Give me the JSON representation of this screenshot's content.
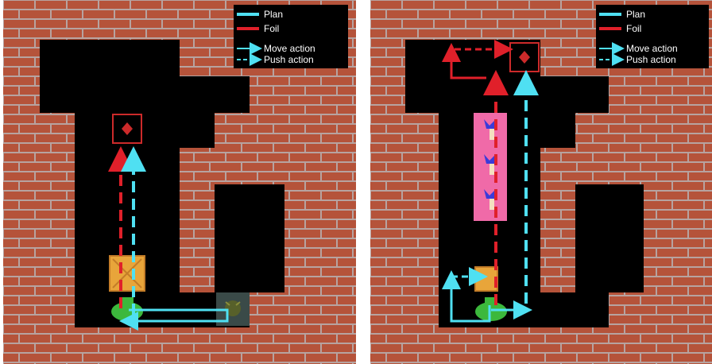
{
  "legend": {
    "plan_label": "Plan",
    "foil_label": "Foil",
    "move_label": "Move action",
    "push_label": "Push action"
  },
  "colors": {
    "brick": "#b5533a",
    "mortar": "#b7a3a0",
    "floor": "#000000",
    "plan": "#4fe0f2",
    "foil": "#e0202a",
    "box": "#e8a53a",
    "goal": "#cc2a2a",
    "agent": "#3cb83c",
    "barrier": "#f06aa8"
  },
  "panels": [
    {
      "name": "left-panel",
      "entities": [
        "goal-target",
        "crate",
        "player-agent",
        "ghost-enemy",
        "plan-path",
        "foil-path"
      ]
    },
    {
      "name": "right-panel",
      "entities": [
        "goal-target",
        "crate",
        "player-agent",
        "barrier-column",
        "plan-path",
        "foil-path"
      ]
    }
  ]
}
